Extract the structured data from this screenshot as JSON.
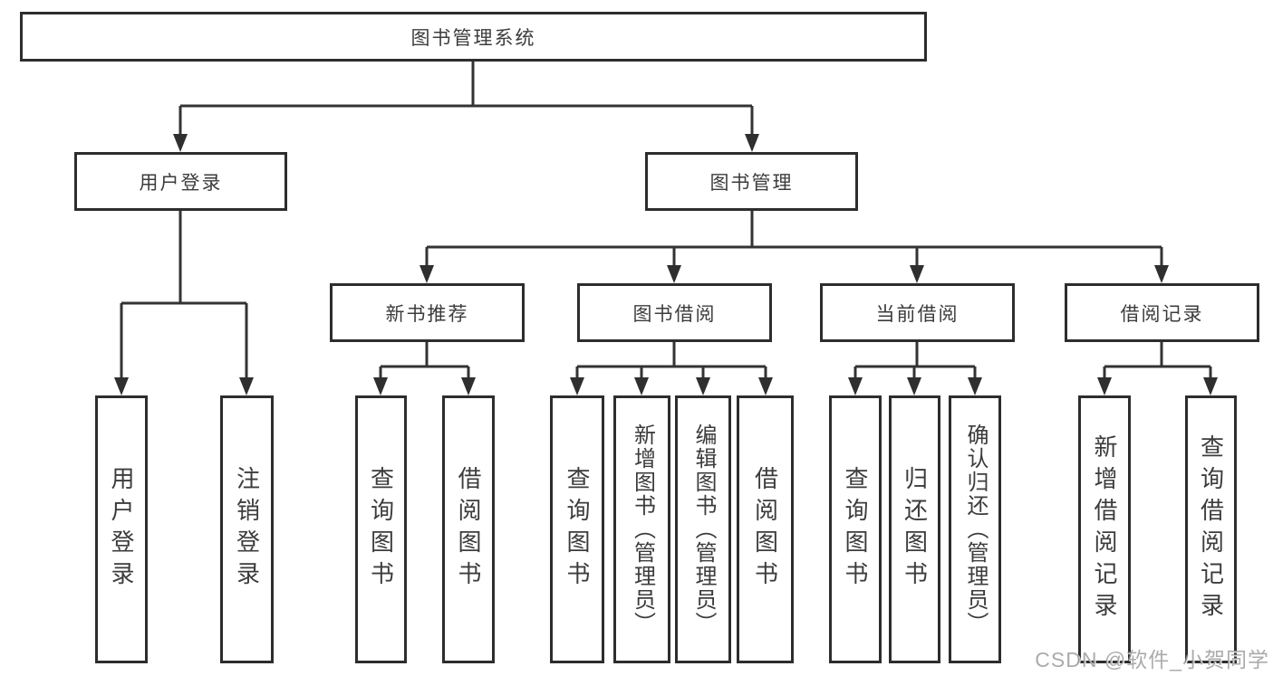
{
  "diagram": {
    "root": {
      "label": "图书管理系统"
    },
    "level2": [
      {
        "label": "用户登录"
      },
      {
        "label": "图书管理"
      }
    ],
    "level3": [
      {
        "label": "新书推荐"
      },
      {
        "label": "图书借阅"
      },
      {
        "label": "当前借阅"
      },
      {
        "label": "借阅记录"
      }
    ],
    "leaves": {
      "user_login": [
        {
          "label": "用户登录"
        },
        {
          "label": "注销登录"
        }
      ],
      "new_book": [
        {
          "label": "查询图书"
        },
        {
          "label": "借阅图书"
        }
      ],
      "book_borrow": [
        {
          "label": "查询图书"
        },
        {
          "label": "新增图书（管理员）"
        },
        {
          "label": "编辑图书（管理员）"
        },
        {
          "label": "借阅图书"
        }
      ],
      "current_borrow": [
        {
          "label": "查询图书"
        },
        {
          "label": "归还图书"
        },
        {
          "label": "确认归还（管理员）"
        }
      ],
      "borrow_records": [
        {
          "label": "新增借阅记录"
        },
        {
          "label": "查询借阅记录"
        }
      ]
    },
    "watermark": "CSDN @软件_小贺同学",
    "colors": {
      "line": "#333333",
      "box_border": "#2d2d2d",
      "text": "#3c3c3c",
      "background": "#ffffff",
      "watermark_text": "#969696"
    }
  }
}
